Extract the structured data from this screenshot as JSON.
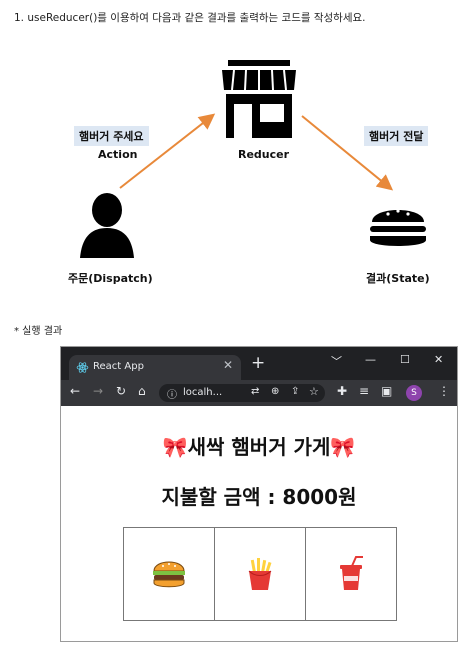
{
  "question": "1. useReducer()를 이용하여 다음과 같은 결과를 출력하는 코드를 작성하세요.",
  "diagram": {
    "action_badge": "햄버거 주세요",
    "action_caption": "Action",
    "state_badge": "햄버거 전달",
    "reducer_caption": "Reducer",
    "dispatch_caption": "주문(Dispatch)",
    "state_caption": "결과(State)",
    "arrow_color": "#e8893a"
  },
  "section_label": "* 실행 결과",
  "browser": {
    "tab_title": "React App",
    "tab_close": "✕",
    "new_tab": "+",
    "url": "localh...",
    "avatar_letter": "S",
    "window_controls": [
      "﹀",
      "—",
      "☐",
      "✕"
    ]
  },
  "app": {
    "title": "🎀새싹 햄버거 가게🎀",
    "amount": "지불할 금액 : 8000원",
    "products": [
      "burger-icon",
      "fries-icon",
      "drink-icon"
    ]
  }
}
